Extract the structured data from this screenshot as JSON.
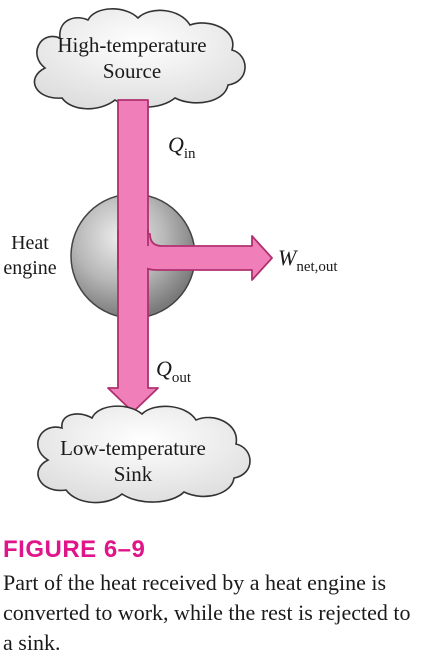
{
  "diagram": {
    "source_line1": "High-temperature",
    "source_line2": "Source",
    "sink_line1": "Low-temperature",
    "sink_line2": "Sink",
    "engine_line1": "Heat",
    "engine_line2": "engine",
    "q_in_symbol": "Q",
    "q_in_sub": "in",
    "q_out_symbol": "Q",
    "q_out_sub": "out",
    "w_symbol": "W",
    "w_sub": "net,out"
  },
  "figure": {
    "label": "FIGURE 6–9",
    "caption": "Part of the heat received by a heat engine is converted to work, while the rest is rejected to a sink."
  },
  "colors": {
    "arrow_fill": "#f07fb9",
    "arrow_stroke": "#b0306f",
    "accent": "#e0158a",
    "cloud_fill": "#f2f2f2"
  }
}
